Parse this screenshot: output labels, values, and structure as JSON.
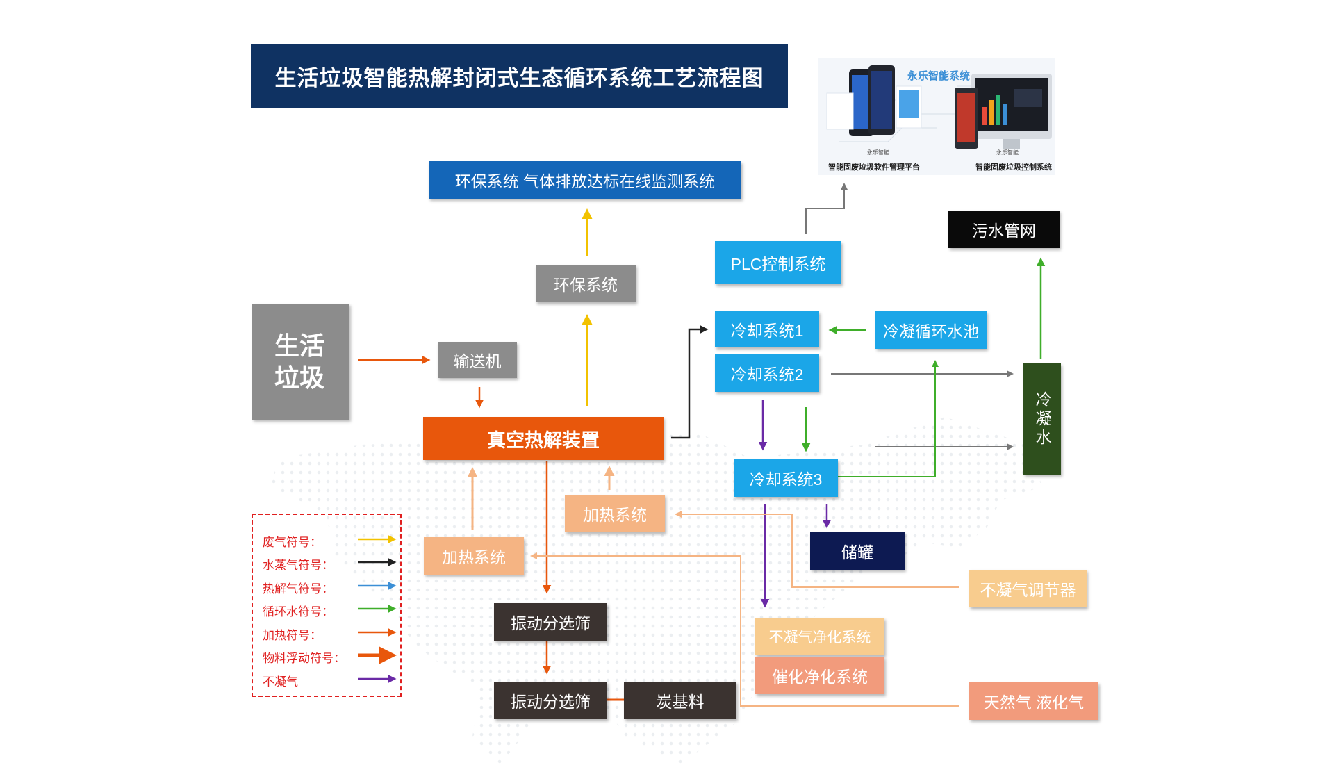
{
  "title": "生活垃圾智能热解封闭式生态循环系统工艺流程图",
  "nodes": {
    "waste": "生活\n垃圾",
    "conveyor": "输送机",
    "pyrolysis": "真空热解装置",
    "env_small": "环保系统",
    "env_top": "环保系统  气体排放达标在线监测系统",
    "plc": "PLC控制系统",
    "cool1": "冷却系统1",
    "cool2": "冷却系统2",
    "cool3": "冷却系统3",
    "pool": "冷凝循环水池",
    "sewer": "污水管网",
    "condensate": "冷凝水",
    "tank": "储罐",
    "heat_right": "加热系统",
    "heat_left": "加热系统",
    "screen1": "振动分选筛",
    "screen2": "振动分选筛",
    "carbon": "炭基料",
    "noncond_reg": "不凝气调节器",
    "noncond_purify": "不凝气净化系统",
    "catalytic": "催化净化系统",
    "gas": "天然气 液化气"
  },
  "panel": {
    "brand": "永乐智能系统",
    "caption_left": "智能固废垃圾软件管理平台",
    "caption_right": "智能固废垃圾控制系统",
    "small_logo_left": "永乐智能",
    "small_logo_right": "永乐智能"
  },
  "legend": [
    {
      "label": "废气符号：",
      "color": "#f2c200"
    },
    {
      "label": "水蒸气符号：",
      "color": "#222222"
    },
    {
      "label": "热解气符号：",
      "color": "#3b8fd6"
    },
    {
      "label": "循环水符号：",
      "color": "#3fae2a"
    },
    {
      "label": "加热符号：",
      "color": "#e8570c"
    },
    {
      "label": "物料浮动符号：",
      "color": "#e8570c"
    },
    {
      "label": "不凝气",
      "color": "#6a2aa6"
    }
  ],
  "colors": {
    "title_bg": "#0f3262",
    "blue_box": "#1ba6e8",
    "env_top_bg": "#1466b8",
    "gray_box": "#8c8c8c",
    "orange": "#e8570c",
    "peach": "#f5b483",
    "black_box": "#0a0a0a",
    "brown_box": "#3b3330",
    "green_box": "#2e4f1d",
    "navy_box": "#0d1a52",
    "salmon": "#f29b7c",
    "light_peach": "#f8cc8e"
  }
}
